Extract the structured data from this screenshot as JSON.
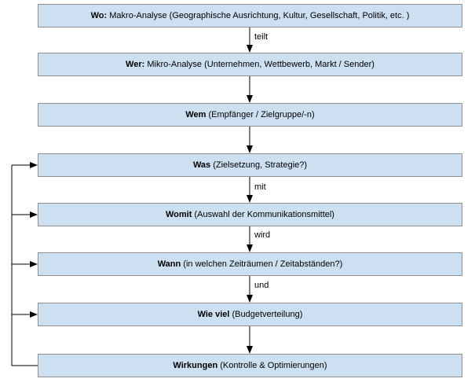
{
  "nodes": [
    {
      "id": "wo",
      "bold": "Wo:",
      "text": " Makro-Analyse (Geographische Ausrichtung, Kultur, Gesellschaft, Politik, etc. )"
    },
    {
      "id": "wer",
      "bold": "Wer:",
      "text": " Mikro-Analyse (Unternehmen, Wettbewerb, Markt / Sender)"
    },
    {
      "id": "wem",
      "bold": "Wem",
      "text": " (Empfänger / Zielgruppe/-n)"
    },
    {
      "id": "was",
      "bold": "Was",
      "text": " (Zielsetzung, Strategie?)"
    },
    {
      "id": "womit",
      "bold": "Womit",
      "text": " (Auswahl der Kommunikationsmittel)"
    },
    {
      "id": "wann",
      "bold": "Wann",
      "text": " (in welchen Zeiträumen / Zeitabständen?)"
    },
    {
      "id": "wieviel",
      "bold": "Wie viel",
      "text": " (Budgetverteilung)"
    },
    {
      "id": "wirkungen",
      "bold": "Wirkungen",
      "text": " (Kontrolle & Optimierungen)"
    }
  ],
  "edge_labels": {
    "wo_wer": "teilt",
    "was_womit": "mit",
    "womit_wann": "wird",
    "wann_wieviel": "und"
  },
  "colors": {
    "box_fill": "#cde0f1",
    "box_border": "#8f8f8f",
    "line": "#000000"
  }
}
